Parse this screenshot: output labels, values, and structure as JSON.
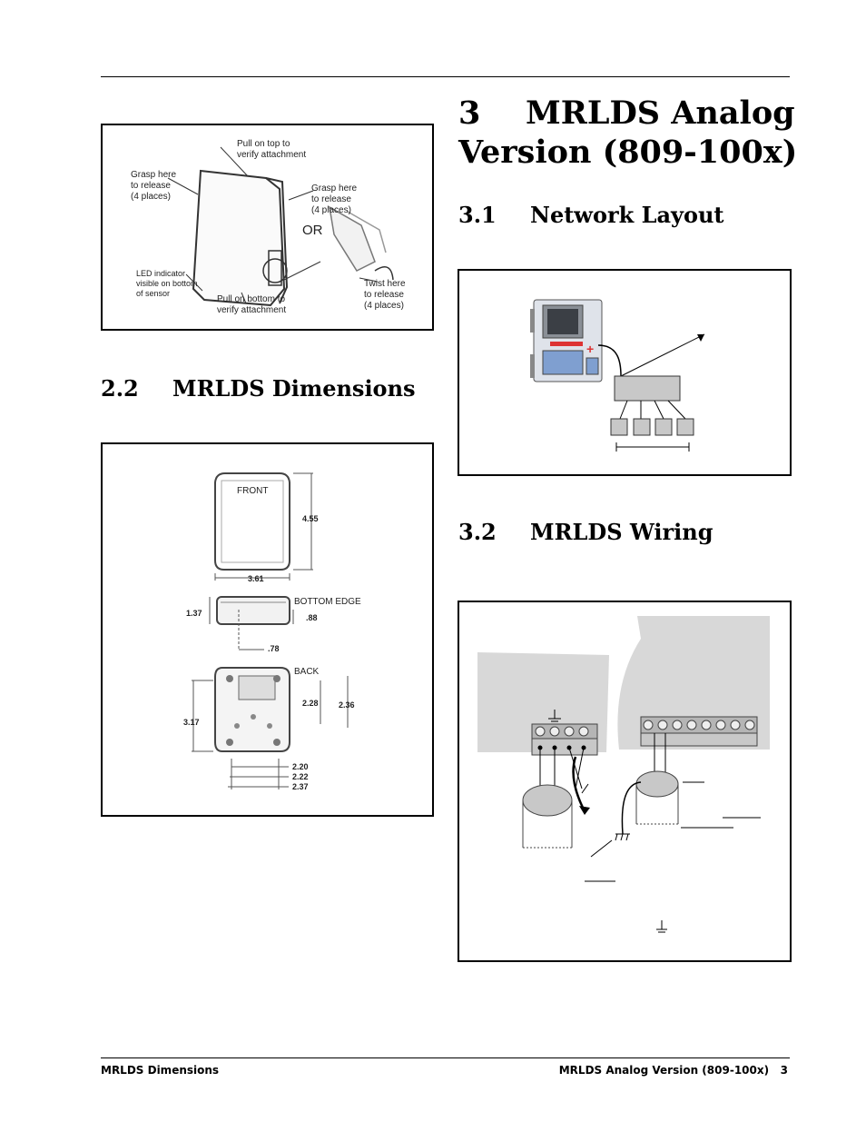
{
  "sections": {
    "chapter": {
      "num": "3",
      "title": "MRLDS Analog Version (809-100x)"
    },
    "s31": {
      "num": "3.1",
      "title": "Network Layout"
    },
    "s32": {
      "num": "3.2",
      "title": "MRLDS Wiring"
    },
    "s22": {
      "num": "2.2",
      "title": "MRLDS Dimensions"
    }
  },
  "attachment_figure": {
    "pull_top": [
      "Pull on top to",
      "verify attachment"
    ],
    "grasp_left": [
      "Grasp here",
      "to release",
      "(4 places)"
    ],
    "grasp_right": [
      "Grasp here",
      "to release",
      "(4 places)"
    ],
    "or": "OR",
    "led": [
      "LED indicator",
      "visible on bottom",
      "of sensor"
    ],
    "pull_bottom": [
      "Pull on bottom to",
      "verify attachment"
    ],
    "twist": [
      "Twist here",
      "to release",
      "(4 places)"
    ]
  },
  "dimensions_figure": {
    "front": "FRONT",
    "bottom_edge": "BOTTOM EDGE",
    "back": "BACK",
    "front_height": "4.55",
    "front_width": "3.61",
    "edge_height": "1.37",
    "edge_depth": ".88",
    "edge_offset": ".78",
    "back_height": "3.17",
    "back_inner_1": "2.28",
    "back_inner_2": "2.36",
    "back_widths": [
      "2.20",
      "2.22",
      "2.37"
    ]
  },
  "footer": {
    "left": "MRLDS Dimensions",
    "right": "MRLDS Analog Version (809-100x)",
    "page": "3"
  }
}
